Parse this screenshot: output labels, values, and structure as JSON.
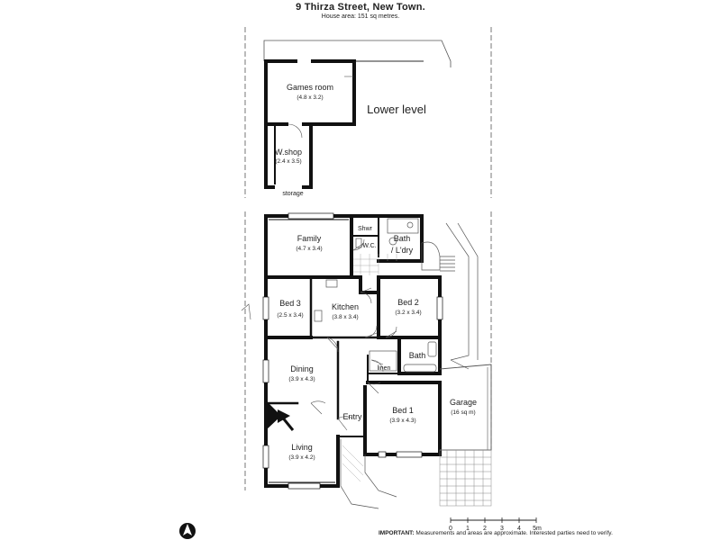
{
  "header": {
    "title": "9 Thirza Street, New Town.",
    "subtitle": "House area: 151 sq metres."
  },
  "lower_level": {
    "label": "Lower level",
    "rooms": [
      {
        "name": "Games room",
        "dims": "(4.8 x 3.2)"
      },
      {
        "name": "W.shop",
        "dims": "(2.4 x 3.5)"
      },
      {
        "name": "storage",
        "dims": ""
      }
    ]
  },
  "main_level": {
    "rooms": {
      "family": {
        "name": "Family",
        "dims": "(4.7 x 3.4)"
      },
      "shwr": {
        "name": "Shwr",
        "dims": ""
      },
      "wc": {
        "name": "W.C.",
        "dims": ""
      },
      "bath_ldry": {
        "name": "Bath",
        "name2": "/ L'dry",
        "dims": ""
      },
      "bed3": {
        "name": "Bed 3",
        "dims": "(2.5 x 3.4)"
      },
      "kitchen": {
        "name": "Kitchen",
        "dims": "(3.8 x 3.4)"
      },
      "bed2": {
        "name": "Bed 2",
        "dims": "(3.2 x 3.4)"
      },
      "linen": {
        "name": "linen",
        "dims": ""
      },
      "bath": {
        "name": "Bath",
        "dims": ""
      },
      "dining": {
        "name": "Dining",
        "dims": "(3.9 x 4.3)"
      },
      "entry": {
        "name": "Entry",
        "dims": ""
      },
      "bed1": {
        "name": "Bed 1",
        "dims": "(3.9 x 4.3)"
      },
      "garage": {
        "name": "Garage",
        "dims": "(16 sq m)"
      },
      "living": {
        "name": "Living",
        "dims": "(3.9 x 4.2)"
      }
    }
  },
  "scale_bar": {
    "ticks": [
      "0",
      "1",
      "2",
      "3",
      "4",
      "5m"
    ]
  },
  "footer": {
    "important": "IMPORTANT:",
    "note": " Measurements and areas are approximate. Interested parties need to verify."
  },
  "colors": {
    "wall": "#111111",
    "line": "#555555",
    "ink": "#222222"
  }
}
